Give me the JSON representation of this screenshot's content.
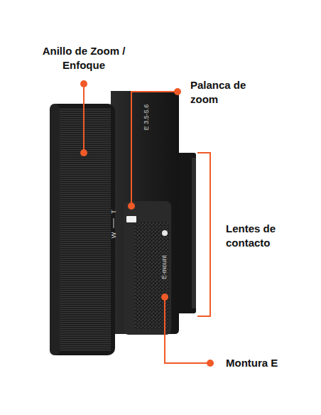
{
  "diagram": {
    "labels": [
      "Anillo de Zoom / Enfoque",
      "Palanca de zoom",
      "Lentes de contacto",
      "Montura E",
      "W",
      "T",
      "E 3.5-5.6",
      "E-mount"
    ]
  }
}
